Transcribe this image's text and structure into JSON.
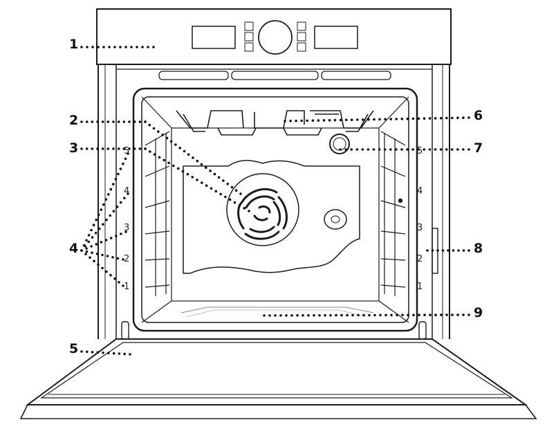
{
  "callouts": [
    {
      "id": "1",
      "label": "1"
    },
    {
      "id": "2",
      "label": "2"
    },
    {
      "id": "3",
      "label": "3"
    },
    {
      "id": "4",
      "label": "4"
    },
    {
      "id": "5",
      "label": "5"
    },
    {
      "id": "6",
      "label": "6"
    },
    {
      "id": "7",
      "label": "7"
    },
    {
      "id": "8",
      "label": "8"
    },
    {
      "id": "9",
      "label": "9"
    }
  ],
  "shelf_levels_left": [
    "5",
    "4",
    "3",
    "2",
    "1"
  ],
  "shelf_levels_right": [
    "5",
    "4",
    "3",
    "2",
    "1"
  ],
  "colors": {
    "line": "#1a1a1a",
    "background": "#ffffff"
  }
}
